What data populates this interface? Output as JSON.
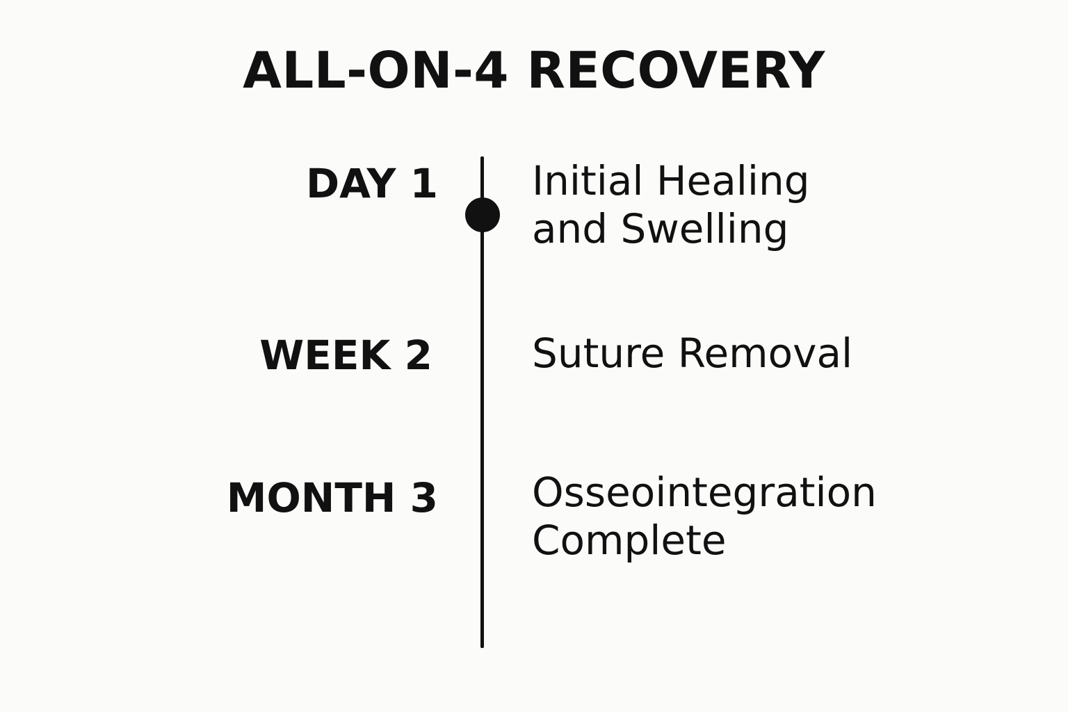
{
  "title": "ALL-ON-4 RECOVERY",
  "stages": [
    {
      "time_label": "DAY 1",
      "description_lines": [
        "Initial Healing",
        "and Swelling"
      ]
    },
    {
      "time_label": "WEEK 2",
      "description_lines": [
        "Suture Removal"
      ]
    },
    {
      "time_label": "MONTH 3",
      "description_lines": [
        "Osseointegration",
        "Complete"
      ]
    }
  ],
  "colors": {
    "background": "#fbfbf9",
    "foreground": "#111111"
  }
}
